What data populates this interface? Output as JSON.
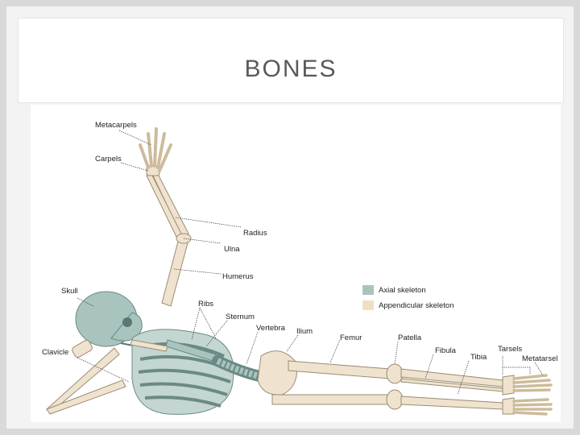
{
  "slide": {
    "title": "BONES"
  },
  "figure": {
    "labels": {
      "metacarpels": "Metacarpels",
      "carpels": "Carpels",
      "radius": "Radius",
      "ulna": "Ulna",
      "humerus": "Humerus",
      "skull": "Skull",
      "ribs": "Ribs",
      "sternum": "Sternum",
      "vertebra": "Vertebra",
      "ilium": "Ilium",
      "femur": "Femur",
      "patella": "Patella",
      "fibula": "Fibula",
      "tibia": "Tibia",
      "tarsels": "Tarsels",
      "metatarsel": "Metatarsel",
      "clavicle": "Clavicle"
    },
    "legend": {
      "axial": {
        "label": "Axial skeleton",
        "color": "#a9c4bf"
      },
      "appendicular": {
        "label": "Appendicular skeleton",
        "color": "#f2ddc4"
      }
    }
  }
}
